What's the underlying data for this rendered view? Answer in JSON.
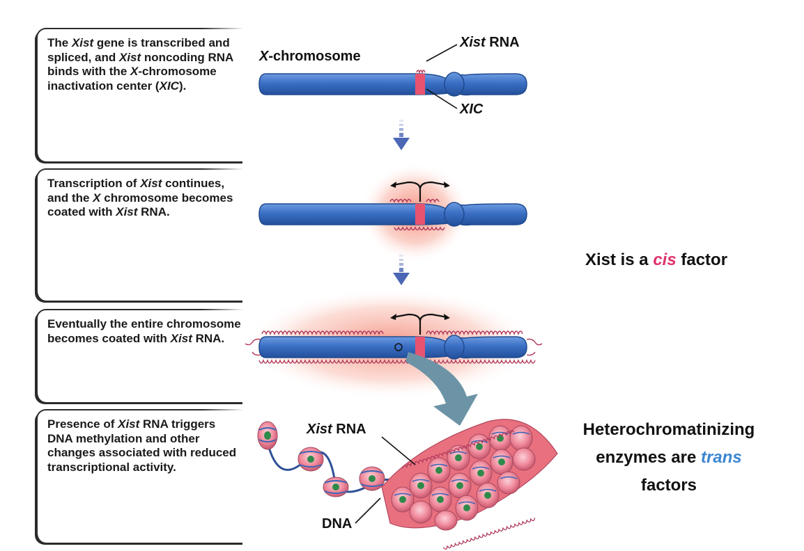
{
  "panels": [
    {
      "id": "panel-1",
      "segments": [
        {
          "t": "The ",
          "i": false
        },
        {
          "t": "Xist",
          "i": true
        },
        {
          "t": " gene is transcribed and spliced, and ",
          "i": false
        },
        {
          "t": "Xist",
          "i": true
        },
        {
          "t": " noncoding RNA binds with the ",
          "i": false
        },
        {
          "t": "X",
          "i": true
        },
        {
          "t": "-chromosome inactivation center (",
          "i": false
        },
        {
          "t": "XIC",
          "i": true
        },
        {
          "t": ").",
          "i": false
        }
      ]
    },
    {
      "id": "panel-2",
      "segments": [
        {
          "t": "Transcription of ",
          "i": false
        },
        {
          "t": "Xist",
          "i": true
        },
        {
          "t": " continues, and the ",
          "i": false
        },
        {
          "t": "X",
          "i": true
        },
        {
          "t": " chromosome becomes coated with ",
          "i": false
        },
        {
          "t": "Xist",
          "i": true
        },
        {
          "t": " RNA.",
          "i": false
        }
      ]
    },
    {
      "id": "panel-3",
      "segments": [
        {
          "t": "Eventually the entire chromosome becomes coated with ",
          "i": false
        },
        {
          "t": "Xist",
          "i": true
        },
        {
          "t": " RNA.",
          "i": false
        }
      ]
    },
    {
      "id": "panel-4",
      "segments": [
        {
          "t": "Presence of ",
          "i": false
        },
        {
          "t": "Xist",
          "i": true
        },
        {
          "t": " RNA triggers DNA methylation and other changes associated with reduced transcriptional activity.",
          "i": false
        }
      ]
    }
  ],
  "labels": {
    "x_chromosome": {
      "x": "X",
      "rest": "-chromosome"
    },
    "xist_rna_top": {
      "xist": "Xist",
      "rest": " RNA"
    },
    "xic": "XIC",
    "xist_rna_bottom": {
      "xist": "Xist",
      "rest": " RNA"
    },
    "dna": "DNA"
  },
  "notes": {
    "cis": {
      "before": "Xist is a ",
      "highlight": "cis",
      "after": " factor"
    },
    "trans": {
      "line1": "Heterochromatinizing",
      "before": "enzymes are ",
      "highlight": "trans",
      "line3": "factors"
    }
  },
  "colors": {
    "chromosome": "#3a6fc4",
    "chromosome_light": "#6d9be0",
    "xic_band": "#e8536f",
    "rna": "#b03a5b",
    "glow": "#f27a68",
    "arrow": "#4a66b5",
    "big_arrow": "#6d94a6",
    "nucleosome": "#f08a9c",
    "nucleosome_core": "#2f8a4a",
    "dna": "#3a63b8",
    "cis_accent": "#e0336b",
    "trans_accent": "#3b86d1"
  }
}
